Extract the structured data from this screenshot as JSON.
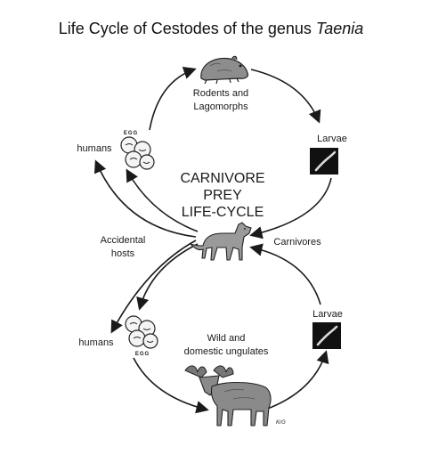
{
  "title": {
    "prefix": "Life Cycle of Cestodes of the genus",
    "genus": "Taenia"
  },
  "center_label": [
    "CARNIVORE",
    "PREY",
    "LIFE-CYCLE"
  ],
  "nodes": {
    "rodents": [
      "Rodents and",
      "Lagomorphs"
    ],
    "larvae_top": "Larvae",
    "larvae_bottom": "Larvae",
    "humans_top": "humans",
    "humans_bottom": "humans",
    "egg_top": "EGG",
    "egg_bottom": "EGG",
    "accidental_hosts": [
      "Accidental",
      "hosts"
    ],
    "carnivores": "Carnivores",
    "ungulates": [
      "Wild and",
      "domestic ungulates"
    ],
    "artist_mark": "KrG"
  },
  "icons": {
    "rodent": "rodent-icon",
    "wolf": "wolf-icon",
    "moose": "moose-icon",
    "larva": "larva-icon",
    "eggs": "eggs-icon"
  },
  "colors": {
    "line": "#1a1a1a",
    "larva_box": "#111111"
  }
}
